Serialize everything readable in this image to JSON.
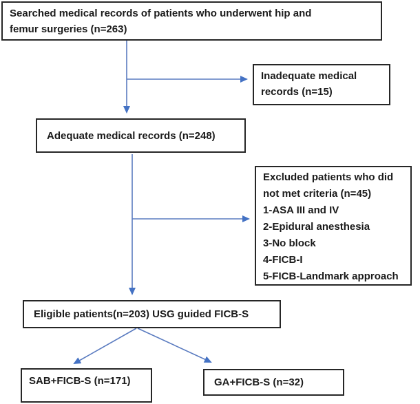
{
  "diagram": {
    "type": "flowchart",
    "colors": {
      "background": "#ffffff",
      "box_border": "#262626",
      "text": "#1b1b1b",
      "arrow_line": "#5a7bc0",
      "arrow_head": "#4472c4"
    },
    "boxes": {
      "searched": {
        "lines": [
          "Searched medical records of patients who underwent hip and",
          "femur surgeries (n=263)"
        ],
        "n": 263
      },
      "inadequate": {
        "lines": [
          "Inadequate medical",
          "records (n=15)"
        ],
        "n": 15
      },
      "adequate": {
        "text": "Adequate medical records (n=248)",
        "n": 248
      },
      "excluded": {
        "lines": [
          "Excluded patients who did",
          "not met criteria (n=45)",
          "1-ASA III and IV",
          "2-Epidural anesthesia",
          "3-No block",
          "4-FICB-I",
          "5-FICB-Landmark approach"
        ],
        "n": 45
      },
      "eligible": {
        "text": "Eligible patients(n=203) USG guided FICB-S",
        "n": 203
      },
      "sab": {
        "text": "SAB+FICB-S (n=171)",
        "n": 171
      },
      "ga": {
        "text": "GA+FICB-S (n=32)",
        "n": 32
      }
    }
  }
}
